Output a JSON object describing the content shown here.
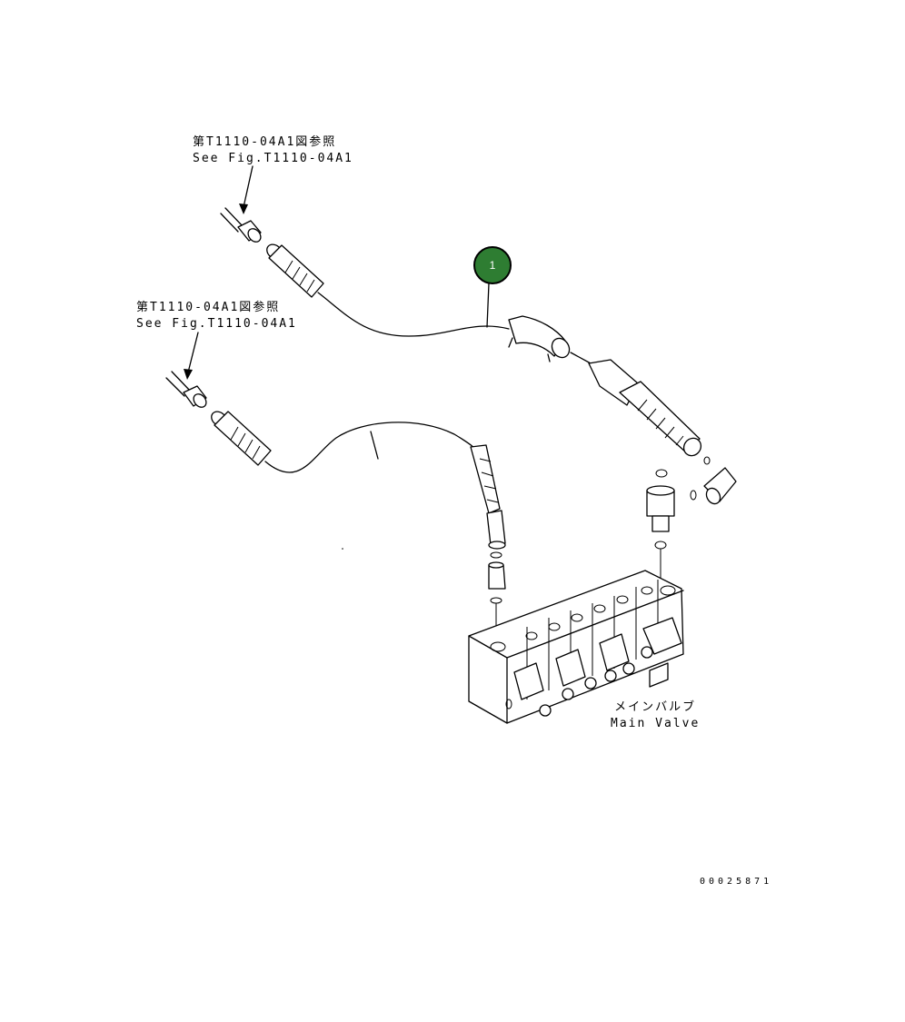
{
  "references": [
    {
      "jp": "第T1110-04A1図参照",
      "en": "See Fig.T1110-04A1"
    },
    {
      "jp": "第T1110-04A1図参照",
      "en": "See Fig.T1110-04A1"
    }
  ],
  "main_valve": {
    "jp": "メインバルブ",
    "en": "Main Valve"
  },
  "callout": {
    "number": "1",
    "color": "#2e7d32"
  },
  "document_number": "00025871"
}
